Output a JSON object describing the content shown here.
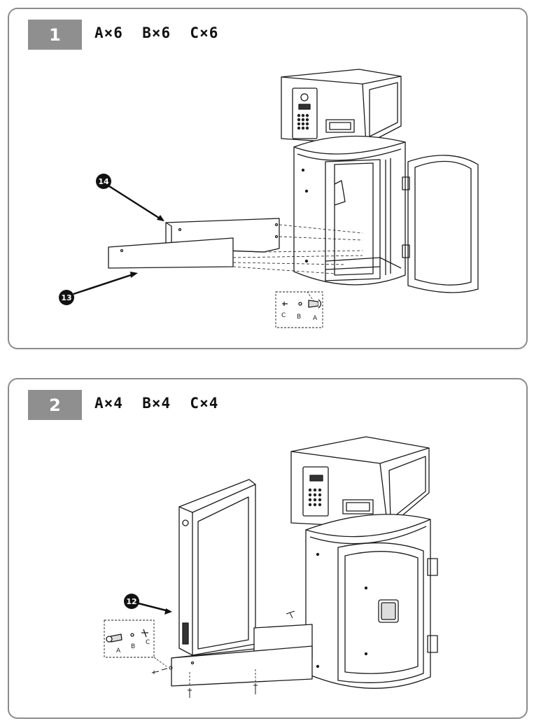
{
  "steps": [
    {
      "number": "1",
      "parts": "A×6  B×6  C×6",
      "callouts": [
        "14",
        "13"
      ],
      "hardware_letters": [
        "C",
        "B",
        "A"
      ]
    },
    {
      "number": "2",
      "parts": "A×4  B×4  C×4",
      "callouts": [
        "12"
      ],
      "hardware_letters": [
        "A",
        "B",
        "C"
      ]
    }
  ],
  "colors": {
    "badge": "#8f8f8f",
    "border": "#8c8c8c",
    "line": "#1a1a1a",
    "callout": "#111111"
  },
  "icons": [
    "safe-cabinet-illustration",
    "hardware-screw-icon",
    "callout-arrow"
  ]
}
